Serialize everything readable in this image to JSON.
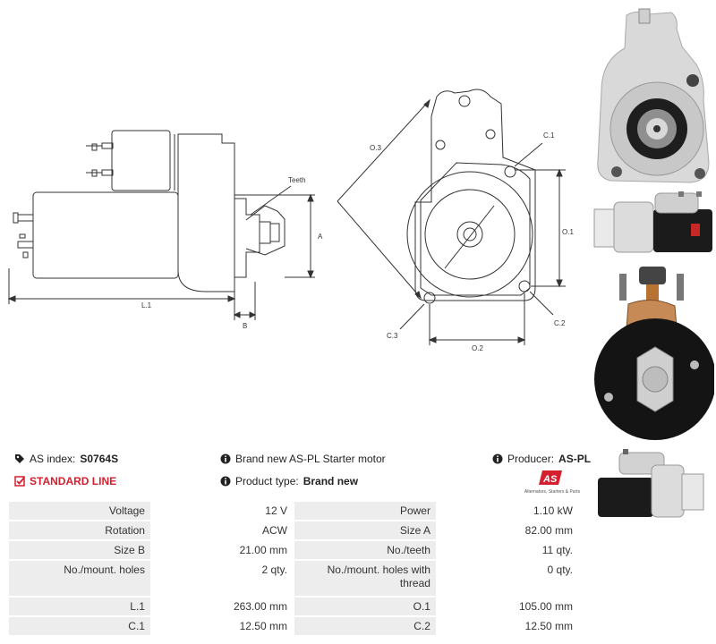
{
  "diagram": {
    "side_labels": {
      "teeth": "Teeth",
      "a": "A",
      "l1": "L.1",
      "b": "B"
    },
    "front_labels": {
      "o3": "O.3",
      "c1": "C.1",
      "o1": "O.1",
      "c2": "C.2",
      "c3": "C.3",
      "o2": "O.2"
    }
  },
  "info": {
    "as_index_label": "AS index:",
    "as_index_value": "S0764S",
    "line_label": "STANDARD LINE",
    "description": "Brand new AS-PL Starter motor",
    "product_type_label": "Product type:",
    "product_type_value": "Brand new",
    "producer_label": "Producer:",
    "producer_value": "AS-PL",
    "logo_text": "AS",
    "logo_tagline": "Alternators, Starters & Parts"
  },
  "specs": [
    [
      "Voltage",
      "12 V",
      "Power",
      "1.10 kW"
    ],
    [
      "Rotation",
      "ACW",
      "Size A",
      "82.00 mm"
    ],
    [
      "Size B",
      "21.00 mm",
      "No./teeth",
      "11 qty."
    ],
    [
      "No./mount. holes",
      "2 qty.",
      "No./mount. holes with thread",
      "0 qty."
    ],
    [
      "L.1",
      "263.00 mm",
      "O.1",
      "105.00 mm"
    ],
    [
      "C.1",
      "12.50 mm",
      "C.2",
      "12.50 mm"
    ]
  ],
  "colors": {
    "accent": "#d51e2e",
    "cell_bg": "#ededed",
    "line": "#333333"
  }
}
